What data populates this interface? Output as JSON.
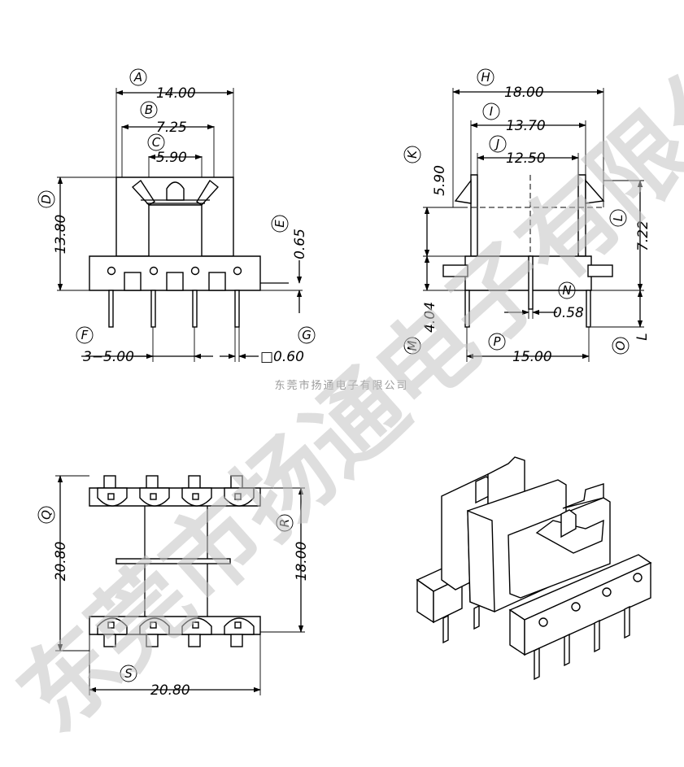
{
  "watermark": {
    "big_text": "东莞市扬通电子有限公司",
    "small_text": "东莞市扬通电子有限公司"
  },
  "front_view": {
    "labels": {
      "A": "A",
      "B": "B",
      "C": "C",
      "D": "D",
      "E": "E",
      "F": "F",
      "G": "G"
    },
    "dims": {
      "A": "14.00",
      "B": "7.25",
      "C": "5.90",
      "D": "13.80",
      "E": "0.65",
      "F": "3−5.00",
      "G": "□0.60"
    }
  },
  "side_view": {
    "labels": {
      "H": "H",
      "I": "I",
      "J": "J",
      "K": "K",
      "L": "L",
      "M": "M",
      "N": "N",
      "O": "O",
      "P": "P"
    },
    "dims": {
      "H": "18.00",
      "I": "13.70",
      "J": "12.50",
      "K": "5.90",
      "L": "7.22",
      "M": "4.04",
      "N": "0.58",
      "O": "L",
      "P": "15.00"
    }
  },
  "bottom_view": {
    "labels": {
      "Q": "Q",
      "R": "R",
      "S": "S"
    },
    "dims": {
      "Q": "20.80",
      "R": "18.00",
      "S": "20.80"
    }
  }
}
